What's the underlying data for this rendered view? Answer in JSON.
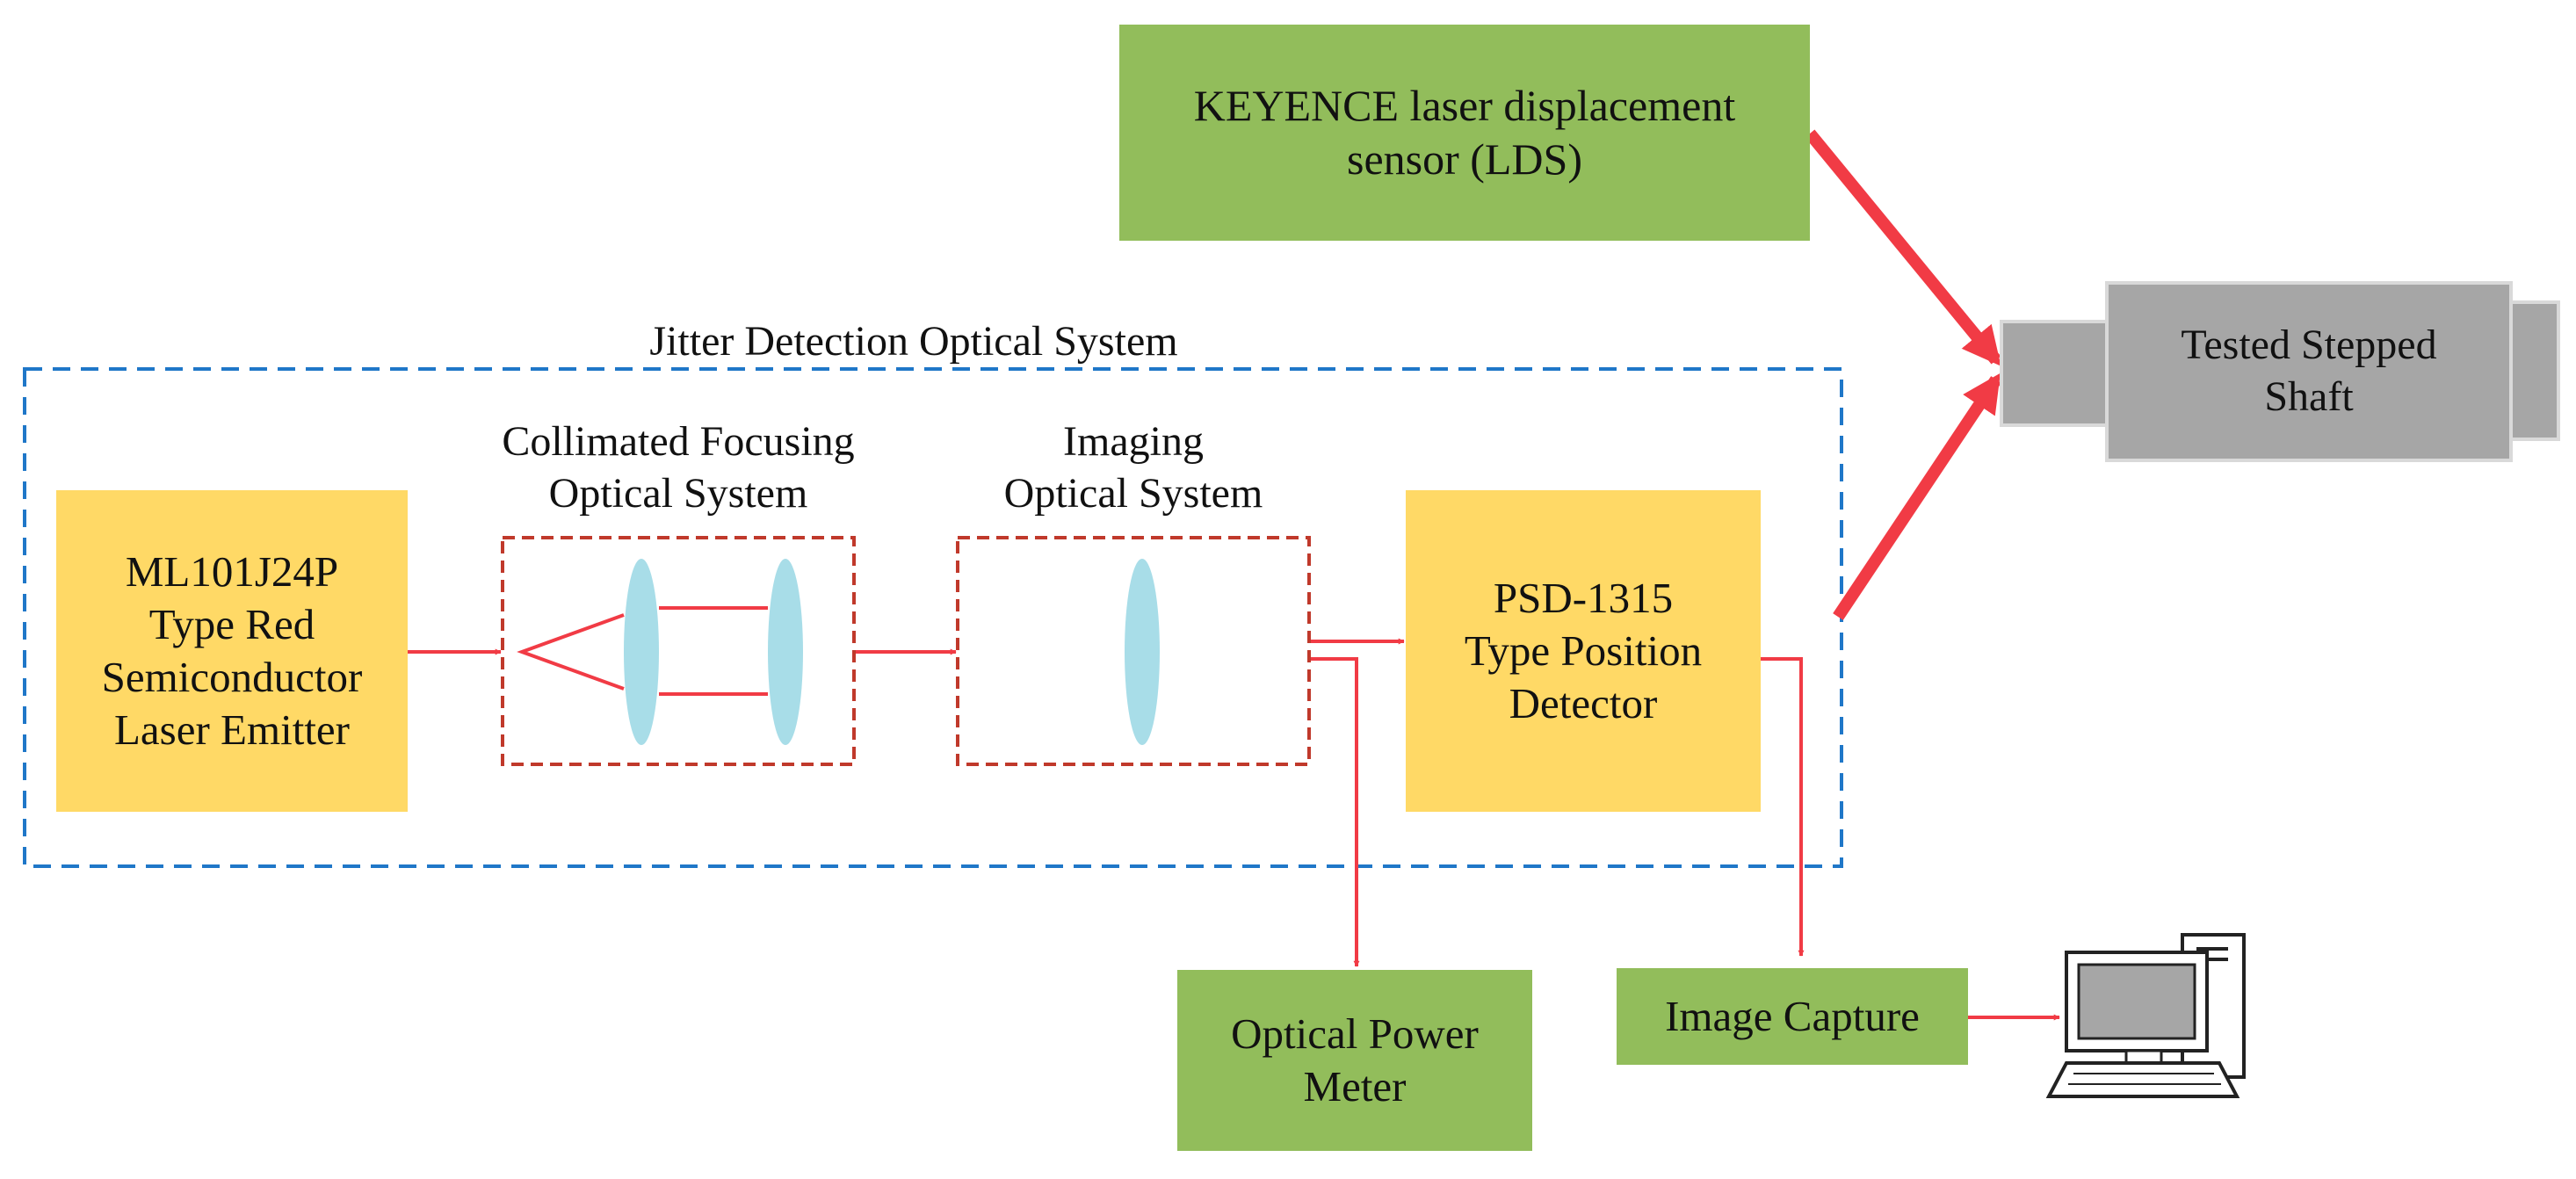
{
  "colors": {
    "green_block": "#92bd5b",
    "yellow_block": "#ffd966",
    "shaft_gray": "#a6a6a6",
    "arrow_red": "#f13b45",
    "lens_blue": "#a8dde8",
    "dashed_blue": "#1f77c8",
    "dashed_red": "#c0392b"
  },
  "system_label": "Jitter Detection Optical System",
  "blocks": {
    "lds": [
      "KEYENCE laser displacement",
      "sensor (LDS)"
    ],
    "shaft": [
      "Tested Stepped",
      "Shaft"
    ],
    "emitter": [
      "ML101J24P",
      "Type Red",
      "Semiconductor",
      "Laser Emitter"
    ],
    "psd": [
      "PSD-1315",
      "Type Position",
      "Detector"
    ],
    "power_meter": [
      "Optical Power",
      "Meter"
    ],
    "image_capture": [
      "Image Capture"
    ]
  },
  "sub_labels": {
    "collimated": [
      "Collimated Focusing",
      "Optical System"
    ],
    "imaging": [
      "Imaging",
      "Optical System"
    ]
  },
  "icons": {
    "computer": "desktop-computer-icon"
  }
}
